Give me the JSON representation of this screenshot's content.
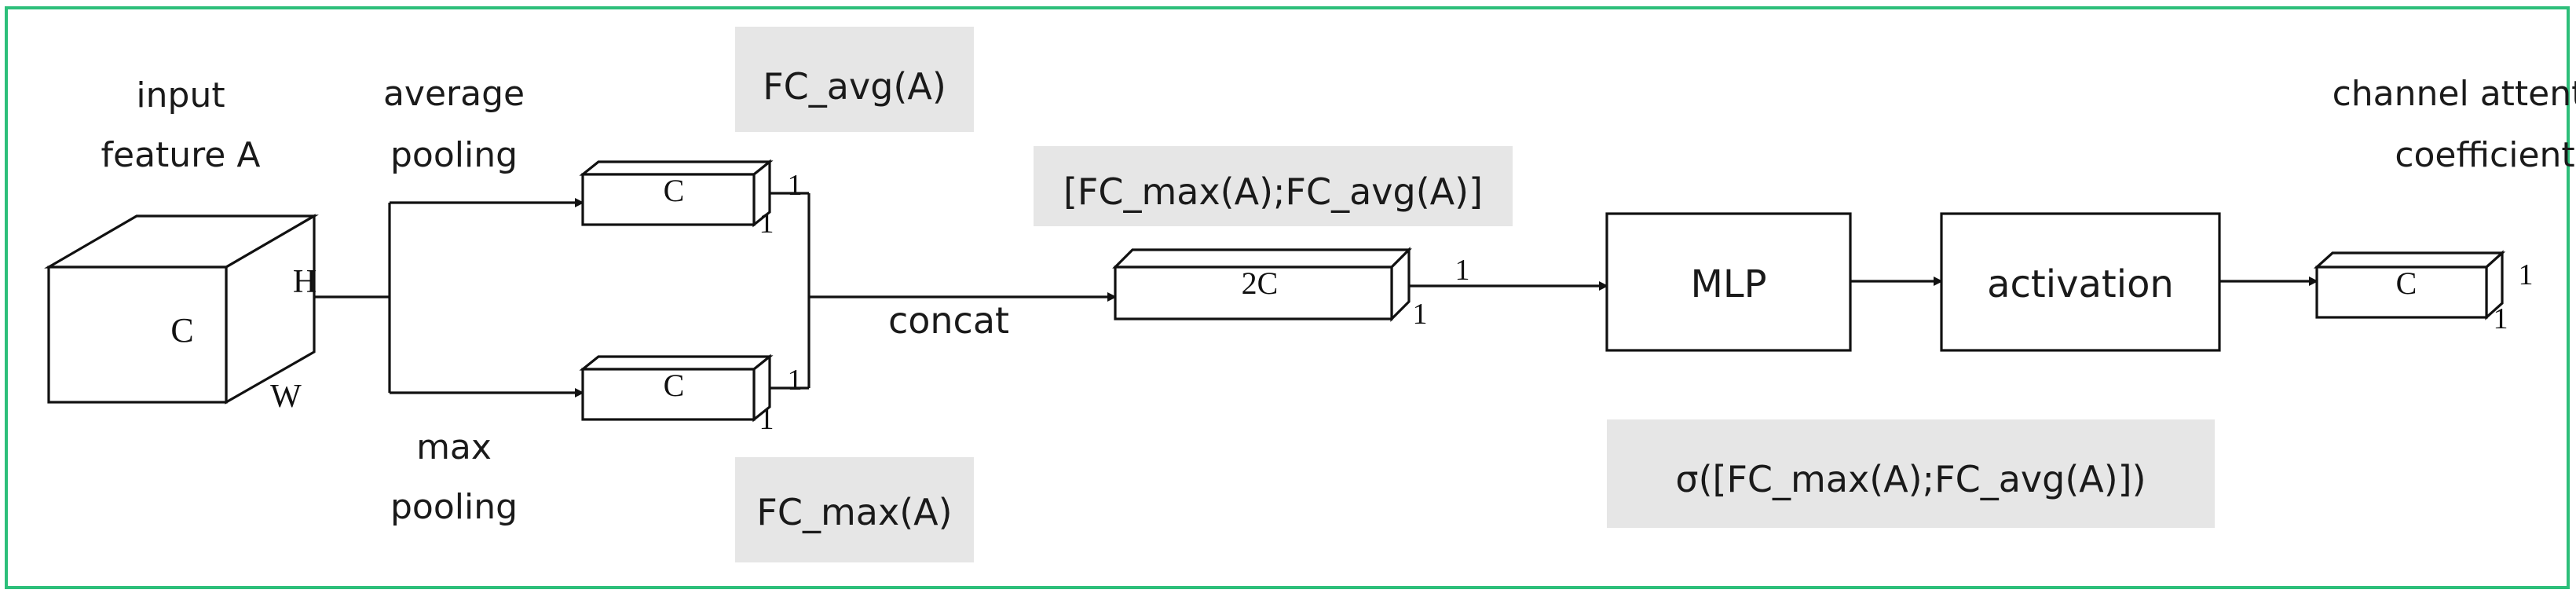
{
  "colors": {
    "frame": "#2dbf7a",
    "shade": "#e6e6e6",
    "stroke": "#111111"
  },
  "labels": {
    "input_line1": "input",
    "input_line2": "feature A",
    "input_channels": "C",
    "input_height": "H",
    "input_width": "W",
    "avg_line1": "average",
    "avg_line2": "pooling",
    "max_line1": "max",
    "max_line2": "pooling",
    "avg_vec_channels": "C",
    "avg_vec_dim1": "1",
    "avg_vec_dim2": "1",
    "max_vec_channels": "C",
    "max_vec_dim1": "1",
    "max_vec_dim2": "1",
    "fc_avg": "FC_avg(A)",
    "fc_max": "FC_max(A)",
    "concat_formula": "[FC_max(A);FC_avg(A)]",
    "concat": "concat",
    "concat_vec_channels": "2C",
    "concat_vec_dim1": "1",
    "concat_vec_dim2": "1",
    "mlp": "MLP",
    "activation": "activation",
    "out_line1": "channel attention",
    "out_line2": "coefficient",
    "out_vec_channels": "C",
    "out_vec_dim1": "1",
    "out_vec_dim2": "1",
    "sigma_formula": "σ([FC_max(A);FC_avg(A)])"
  }
}
